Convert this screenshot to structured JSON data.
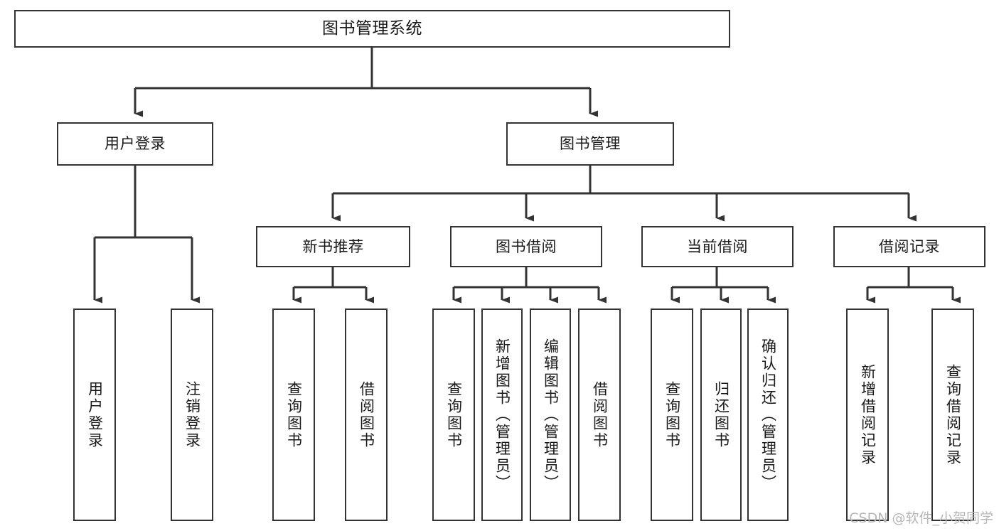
{
  "diagram": {
    "type": "tree",
    "title": "图书管理系统",
    "orientation": "top-down",
    "colors": {
      "box_border": "#333333",
      "box_fill": "#ffffff",
      "edge": "#333333",
      "text": "#1a1a1a",
      "watermark": "#b7b7b7"
    },
    "levels": {
      "root": "图书管理系统",
      "level2": [
        "用户登录",
        "图书管理"
      ],
      "level3": [
        "新书推荐",
        "图书借阅",
        "当前借阅",
        "借阅记录"
      ]
    },
    "nodes": {
      "root": {
        "label": "图书管理系统"
      },
      "user_login": {
        "label": "用户登录"
      },
      "book_manage": {
        "label": "图书管理"
      },
      "new_book_rec": {
        "label": "新书推荐"
      },
      "book_borrow": {
        "label": "图书借阅"
      },
      "current_borrow": {
        "label": "当前借阅"
      },
      "borrow_record": {
        "label": "借阅记录"
      },
      "leaf_user_login": {
        "label": "用户登录"
      },
      "leaf_logout": {
        "label": "注销登录"
      },
      "leaf_query_book_1": {
        "label": "查询图书"
      },
      "leaf_borrow_book_1": {
        "label": "借阅图书"
      },
      "leaf_query_book_2": {
        "label": "查询图书"
      },
      "leaf_add_book": {
        "label": "新增图书（管理员）"
      },
      "leaf_edit_book": {
        "label": "编辑图书（管理员）"
      },
      "leaf_borrow_book_2": {
        "label": "借阅图书"
      },
      "leaf_query_book_3": {
        "label": "查询图书"
      },
      "leaf_return_book": {
        "label": "归还图书"
      },
      "leaf_confirm_return": {
        "label": "确认归还（管理员）"
      },
      "leaf_add_record": {
        "label": "新增借阅记录"
      },
      "leaf_query_record": {
        "label": "查询借阅记录"
      }
    },
    "edges": [
      {
        "from": "root",
        "to": "user_login"
      },
      {
        "from": "root",
        "to": "book_manage"
      },
      {
        "from": "user_login",
        "to": "leaf_user_login"
      },
      {
        "from": "user_login",
        "to": "leaf_logout"
      },
      {
        "from": "book_manage",
        "to": "new_book_rec"
      },
      {
        "from": "book_manage",
        "to": "book_borrow"
      },
      {
        "from": "book_manage",
        "to": "current_borrow"
      },
      {
        "from": "book_manage",
        "to": "borrow_record"
      },
      {
        "from": "new_book_rec",
        "to": "leaf_query_book_1"
      },
      {
        "from": "new_book_rec",
        "to": "leaf_borrow_book_1"
      },
      {
        "from": "book_borrow",
        "to": "leaf_query_book_2"
      },
      {
        "from": "book_borrow",
        "to": "leaf_add_book"
      },
      {
        "from": "book_borrow",
        "to": "leaf_edit_book"
      },
      {
        "from": "book_borrow",
        "to": "leaf_borrow_book_2"
      },
      {
        "from": "current_borrow",
        "to": "leaf_query_book_3"
      },
      {
        "from": "current_borrow",
        "to": "leaf_return_book"
      },
      {
        "from": "current_borrow",
        "to": "leaf_confirm_return"
      },
      {
        "from": "borrow_record",
        "to": "leaf_add_record"
      },
      {
        "from": "borrow_record",
        "to": "leaf_query_record"
      }
    ]
  },
  "watermark": {
    "text": "CSDN @软件_小贺同学"
  }
}
